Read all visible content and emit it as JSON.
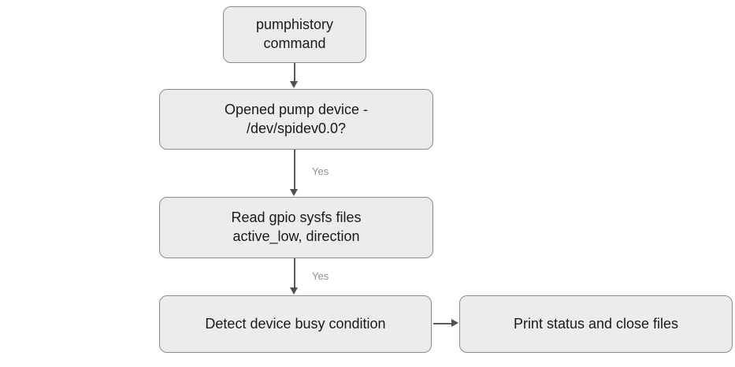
{
  "diagram": {
    "type": "flowchart",
    "nodes": [
      {
        "id": "pumphistory-command",
        "label": "pumphistory\ncommand"
      },
      {
        "id": "opened-pump-device",
        "label": "Opened pump device -\n/dev/spidev0.0?"
      },
      {
        "id": "read-gpio-sysfs",
        "label": "Read gpio sysfs files\nactive_low, direction"
      },
      {
        "id": "detect-device-busy",
        "label": "Detect device busy condition"
      },
      {
        "id": "print-status-close",
        "label": "Print status and close files"
      }
    ],
    "edges": [
      {
        "from": "pumphistory-command",
        "to": "opened-pump-device",
        "direction": "down",
        "label": ""
      },
      {
        "from": "opened-pump-device",
        "to": "read-gpio-sysfs",
        "direction": "down",
        "label": "Yes"
      },
      {
        "from": "read-gpio-sysfs",
        "to": "detect-device-busy",
        "direction": "down",
        "label": "Yes"
      },
      {
        "from": "detect-device-busy",
        "to": "print-status-close",
        "direction": "right",
        "label": ""
      }
    ],
    "colors": {
      "background": "#ffffff",
      "node_fill": "#ececec",
      "node_border": "#8c8c8c",
      "node_text": "#1a1a1a",
      "arrow": "#5c5c5c",
      "edge_label_text": "#8a9096"
    }
  }
}
